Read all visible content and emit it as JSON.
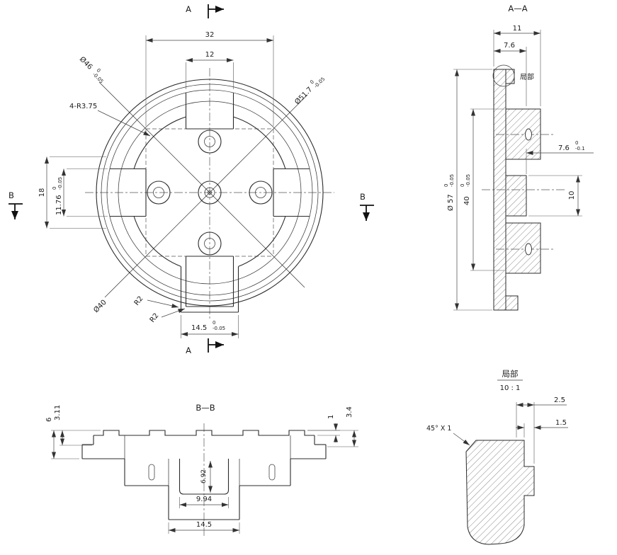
{
  "front_view": {
    "section_marks": {
      "top": "A",
      "bottom": "A",
      "left": "B",
      "right": "B"
    },
    "dims": {
      "width_32": "32",
      "slot_12": "12",
      "dia_46": {
        "value": "Ø46",
        "tol_upper": "0",
        "tol_lower": "-0.05"
      },
      "dia_51_7": {
        "value": "Ø51.7",
        "tol_upper": "0",
        "tol_lower": "-0.05"
      },
      "fillet_note": "4-R3.75",
      "height_18": "18",
      "slot_11_76": {
        "value": "11.76",
        "tol_upper": "0",
        "tol_lower": "-0.05"
      },
      "dia_40": "Ø40",
      "fillet_r2_outer": "R2",
      "fillet_r2_inner": "R2",
      "tab_14_5": {
        "value": "14.5",
        "tol_upper": "0",
        "tol_lower": "-0.05"
      }
    }
  },
  "section_aa": {
    "title": "A—A",
    "detail_label": "局部",
    "dims": {
      "width_11": "11",
      "width_7_6": "7.6",
      "dia_57": {
        "value": "Ø 57",
        "tol_upper": "0",
        "tol_lower": "-0.05"
      },
      "height_40": {
        "value": "40",
        "tol_upper": "0",
        "tol_lower": "-0.05"
      },
      "depth_7_6": {
        "value": "7.6",
        "tol_upper": "0",
        "tol_lower": "-0.1"
      },
      "height_10": "10"
    }
  },
  "section_bb": {
    "title": "B—B",
    "dims": {
      "height_6": "6",
      "height_3_11": "3.11",
      "height_1": "1",
      "height_3_4": "3.4",
      "depth_6_92": "6.92",
      "width_9_94": "9.94",
      "width_14_5": "14.5"
    }
  },
  "detail_view": {
    "title": "局部",
    "scale": "10 : 1",
    "dims": {
      "width_2_5": "2.5",
      "width_1_5": "1.5",
      "chamfer_note": "45° X 1"
    }
  }
}
